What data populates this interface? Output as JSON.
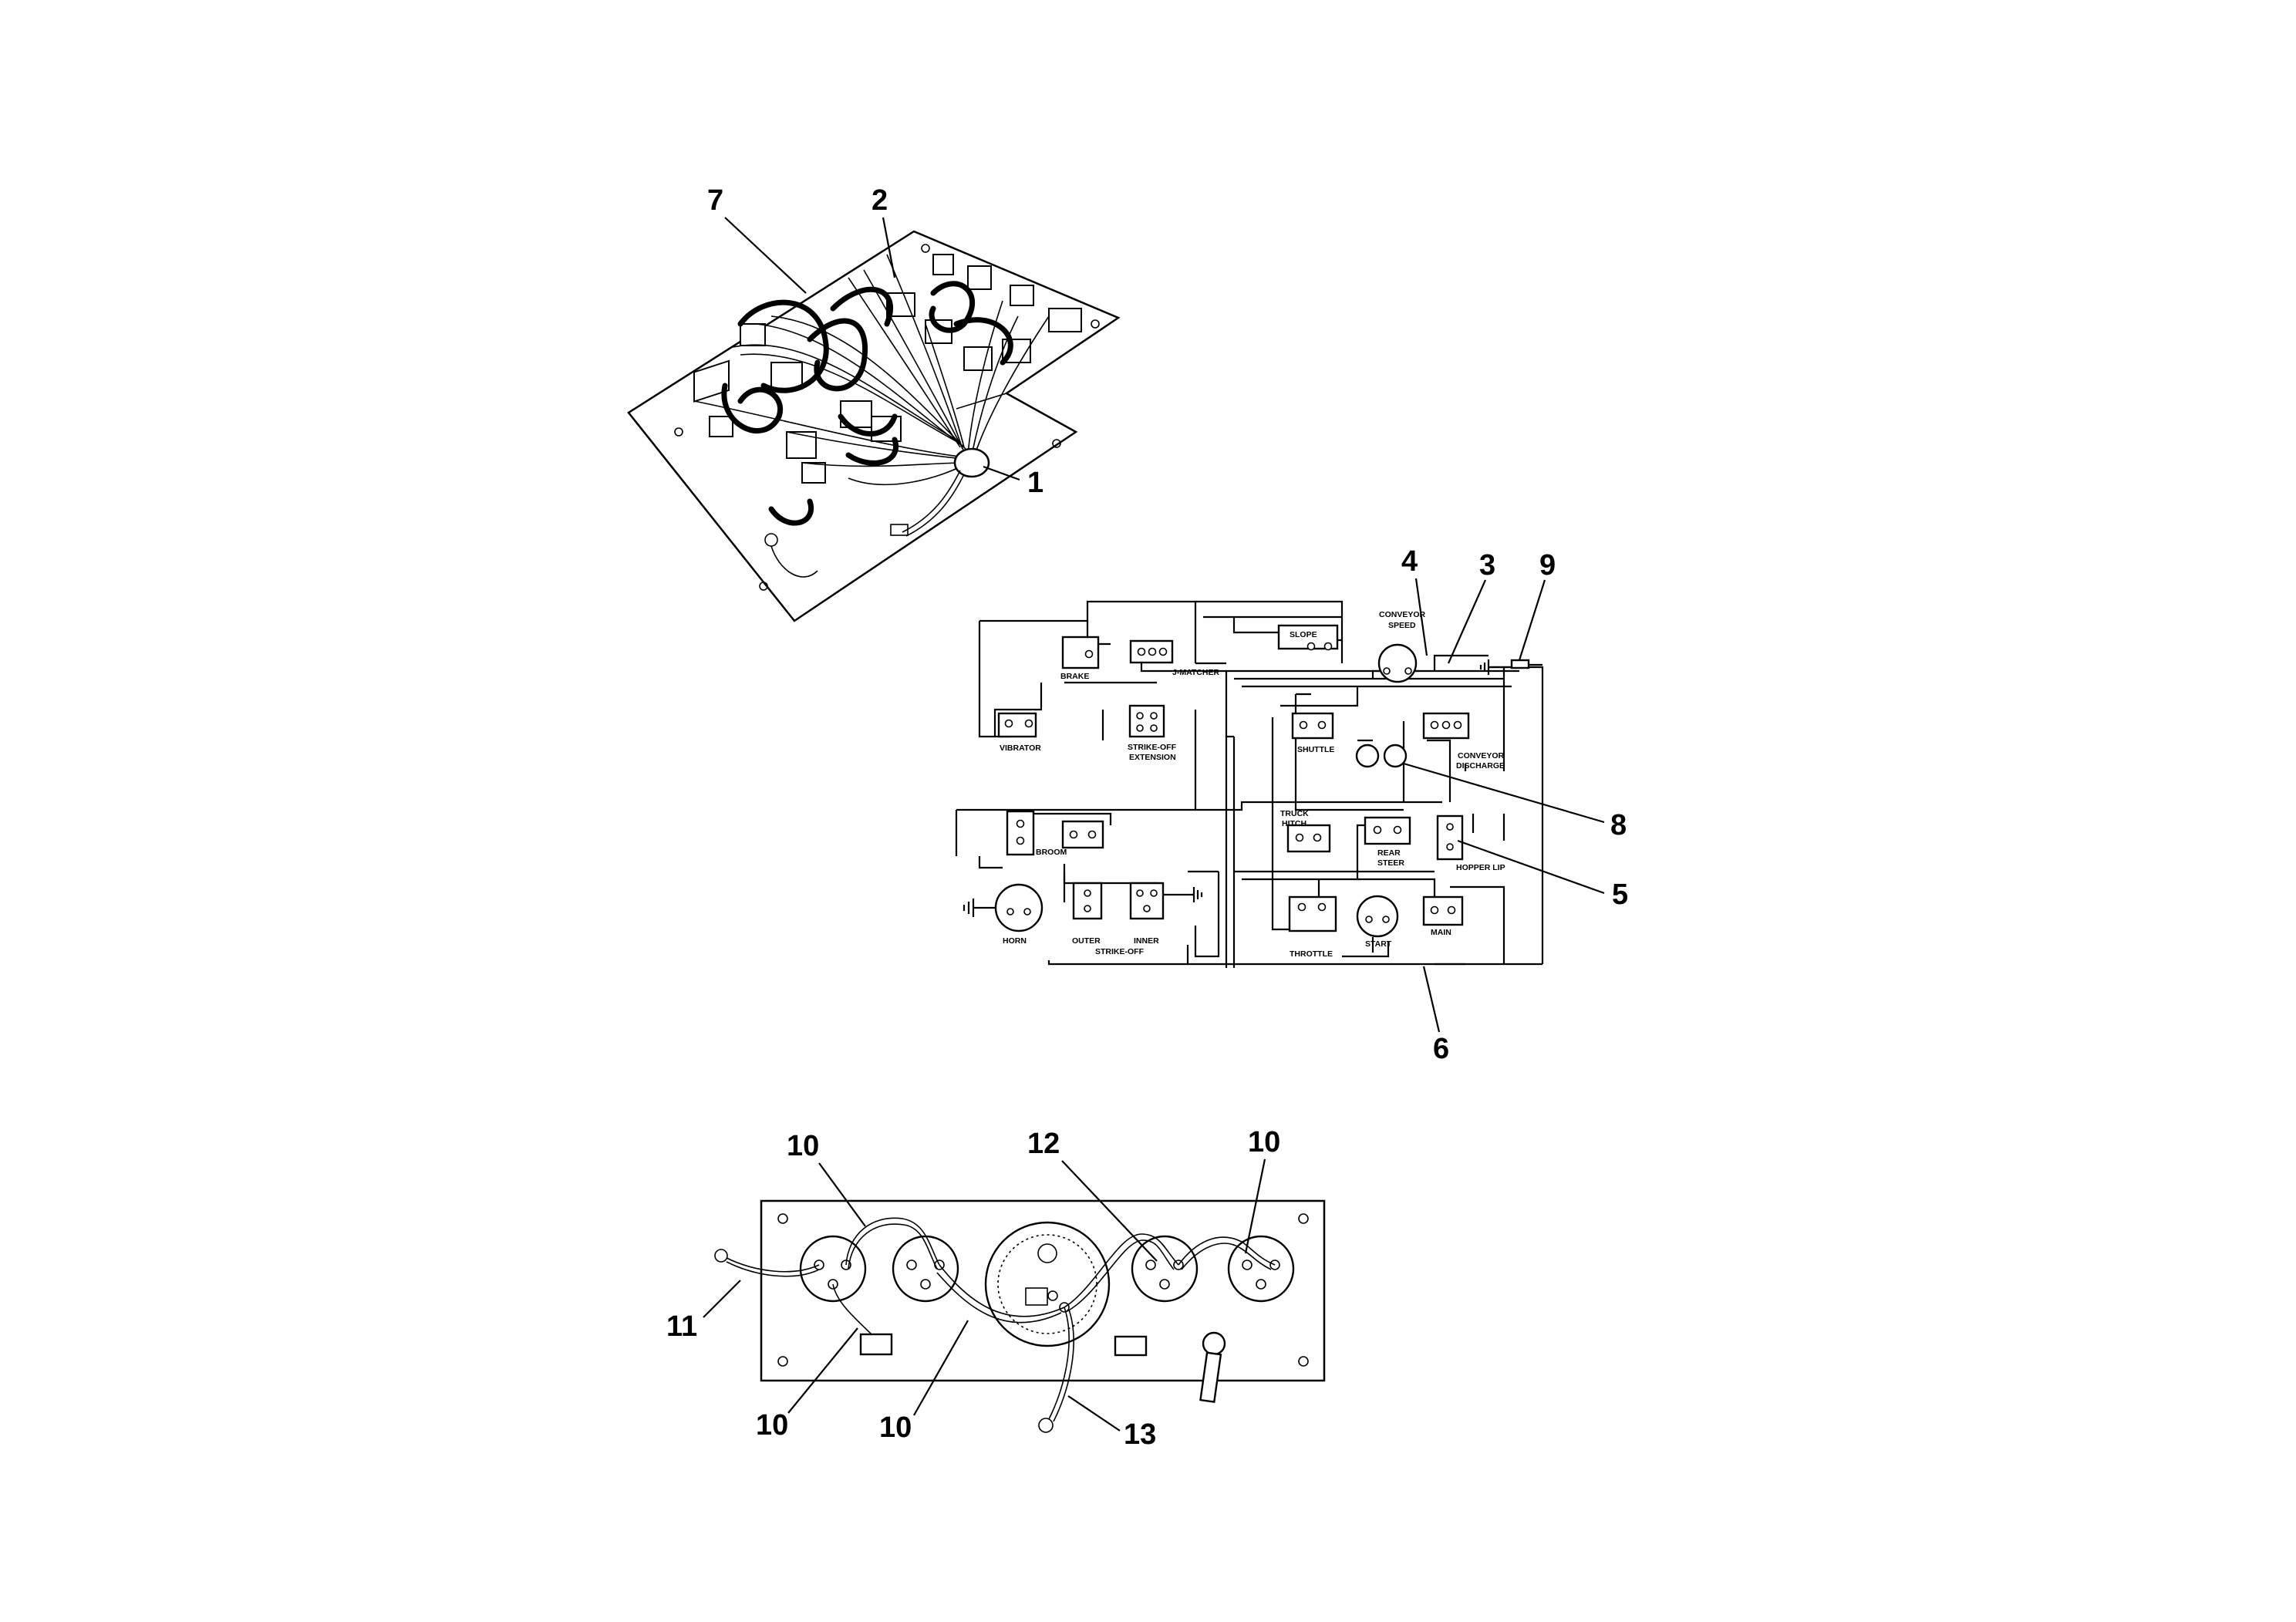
{
  "callouts": {
    "c1": "1",
    "c2": "2",
    "c3": "3",
    "c4": "4",
    "c5": "5",
    "c6": "6",
    "c7": "7",
    "c8": "8",
    "c9": "9",
    "c10a": "10",
    "c10b": "10",
    "c10c": "10",
    "c10d": "10",
    "c11": "11",
    "c12": "12",
    "c13": "13"
  },
  "schematic": {
    "slope": "SLOPE",
    "conveyor_speed_1": "CONVEYOR",
    "conveyor_speed_2": "SPEED",
    "brake": "BRAKE",
    "jmatcher": "J-MATCHER",
    "vibrator": "VIBRATOR",
    "strikeoff_ext_1": "STRIKE-OFF",
    "strikeoff_ext_2": "EXTENSION",
    "shuttle": "SHUTTLE",
    "conveyor_discharge_1": "CONVEYOR",
    "conveyor_discharge_2": "DISCHARGE",
    "broom": "BROOM",
    "truck_hitch_1": "TRUCK",
    "truck_hitch_2": "HITCH",
    "rear_steer_1": "REAR",
    "rear_steer_2": "STEER",
    "hopper_lip": "HOPPER LIP",
    "horn": "HORN",
    "outer": "OUTER",
    "inner": "INNER",
    "strikeoff": "STRIKE-OFF",
    "start": "START",
    "main": "MAIN",
    "throttle": "THROTTLE"
  }
}
